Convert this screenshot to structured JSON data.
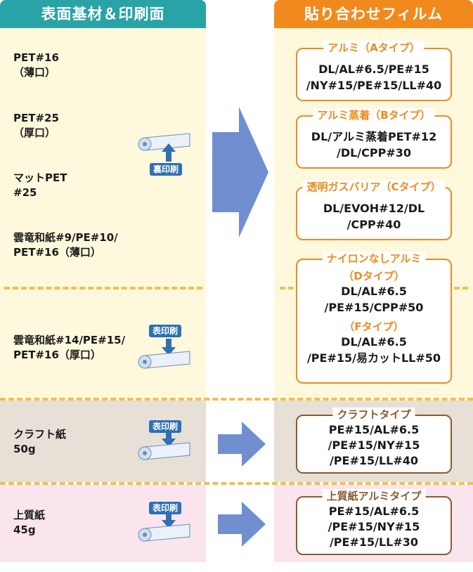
{
  "headers": {
    "left": "表面基材＆印刷面",
    "right": "貼り合わせフィルム"
  },
  "colors": {
    "left_header": "#2aa3a6",
    "right_header": "#f18a1d",
    "yellow_bg": "#fef8dc",
    "beige_bg": "#e6e0d7",
    "pink_bg": "#fae5ee",
    "arrow": "#6f8fd1",
    "orange_border": "#ee8a1f",
    "brown_border": "#8a5a2e",
    "print_tag": "#2f6fb3"
  },
  "base_materials": [
    {
      "label": "PET#16\n（薄口）"
    },
    {
      "label": "PET#25\n（厚口）"
    },
    {
      "label": "マットPET\n#25"
    },
    {
      "label": "雲竜和紙#9/PE#10/\nPET#16（薄口）"
    },
    {
      "label": "雲竜和紙#14/PE#15/\nPET#16（厚口）"
    },
    {
      "label": "クラフト紙\n50g"
    },
    {
      "label": "上質紙\n45g"
    }
  ],
  "print_tags": {
    "back": "裏印刷",
    "front": "表印刷"
  },
  "film_boxes": [
    {
      "title": "アルミ（Aタイプ）",
      "spec": "DL/AL#6.5/PE#15\n/NY#15/PE#15/LL#40"
    },
    {
      "title": "アルミ蒸着（Bタイプ）",
      "spec": "DL/アルミ蒸着PET#12\n/DL/CPP#30"
    },
    {
      "title": "透明ガスバリア（Cタイプ）",
      "spec": "DL/EVOH#12/DL\n/CPP#40"
    },
    {
      "title": "ナイロンなしアルミ",
      "subtitle": "（Dタイプ）",
      "spec": "DL/AL#6.5\n/PE#15/CPP#50",
      "subtitle2": "（Fタイプ）",
      "spec2": "DL/AL#6.5\n/PE#15/易カットLL#50"
    },
    {
      "title": "クラフトタイプ",
      "spec": "PE#15/AL#6.5\n/PE#15/NY#15\n/PE#15/LL#40"
    },
    {
      "title": "上質紙アルミタイプ",
      "spec": "PE#15/AL#6.5\n/PE#15/NY#15\n/PE#15/LL#30"
    }
  ]
}
